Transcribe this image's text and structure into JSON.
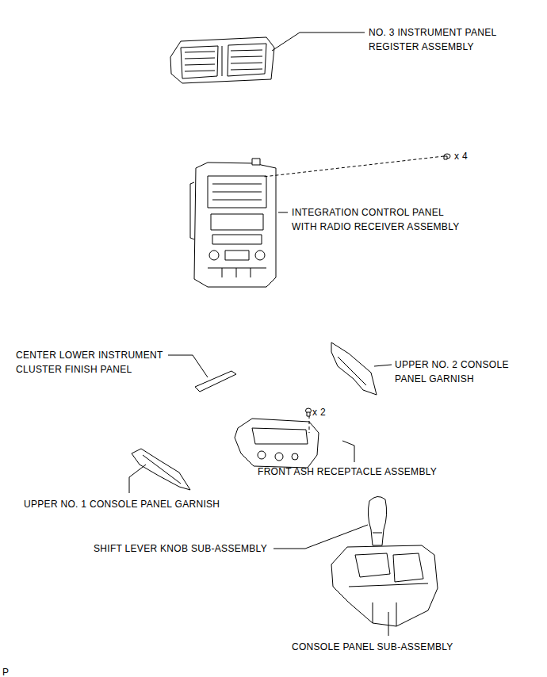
{
  "diagram": {
    "labels": [
      "NO. 3 INSTRUMENT PANEL REGISTER ASSEMBLY",
      "x 4",
      "INTEGRATION CONTROL PANEL WITH RADIO RECEIVER ASSEMBLY",
      "CENTER LOWER INSTRUMENT CLUSTER FINISH PANEL",
      "UPPER NO. 2 CONSOLE PANEL GARNISH",
      "x 2",
      "FRONT ASH RECEPTACLE ASSEMBLY",
      "UPPER NO. 1 CONSOLE PANEL GARNISH",
      "SHIFT LEVER KNOB SUB-ASSEMBLY",
      "CONSOLE PANEL SUB-ASSEMBLY",
      "P"
    ]
  }
}
